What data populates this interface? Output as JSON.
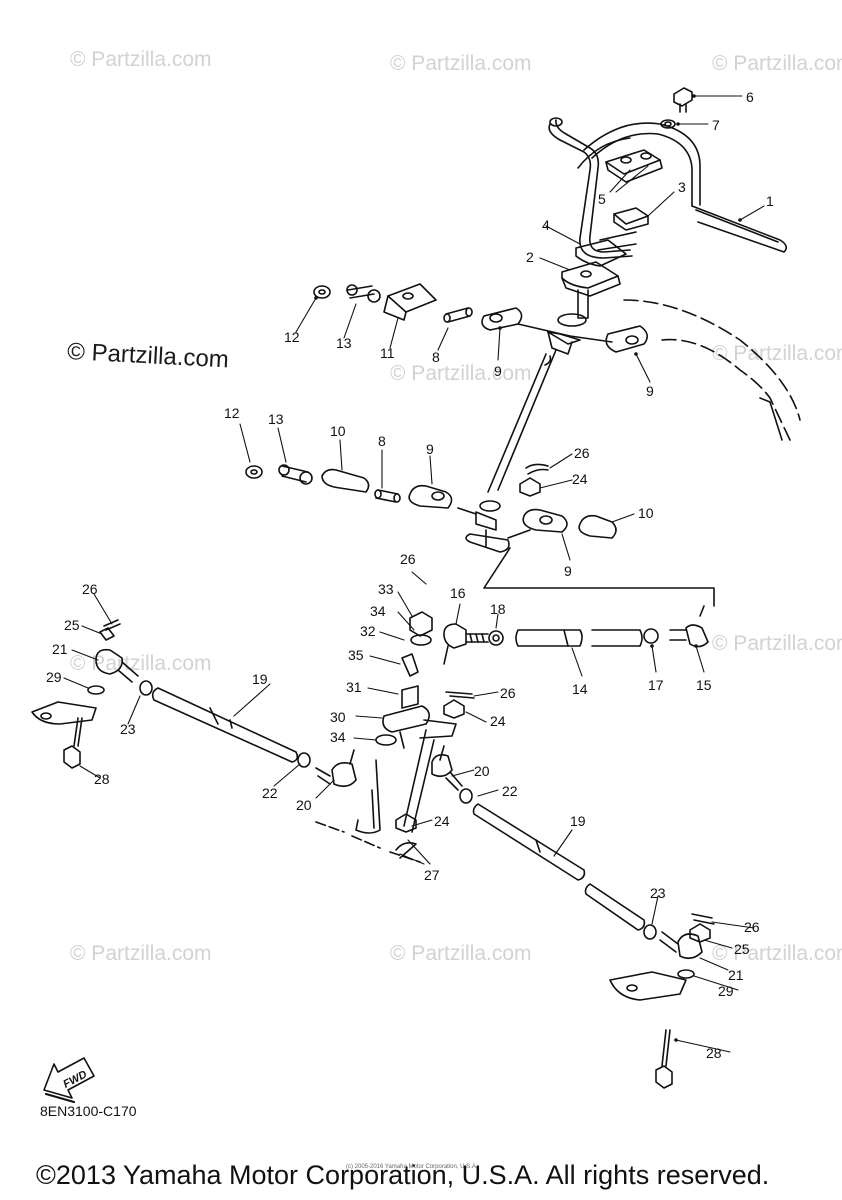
{
  "watermarks": [
    "© Partzilla.com",
    "© Partzilla.com",
    "© Partzilla.com",
    "© Partzilla.com",
    "© Partzilla.com",
    "© Partzilla.com",
    "© Partzilla.com",
    "© Partzilla.com",
    "© Partzilla.com",
    "© Partzilla.com"
  ],
  "watermark_main": "© Partzilla.com",
  "fwd_label": "FWD",
  "diagram_code": "8EN3100-C170",
  "small_notice": "(c) 2005-2016 Yamaha Motor Corporation, U.S.A.",
  "copyright": "©2013 Yamaha Motor Corporation, U.S.A. All rights reserved.",
  "callouts": [
    {
      "id": "c1",
      "n": "1"
    },
    {
      "id": "c2",
      "n": "2"
    },
    {
      "id": "c3",
      "n": "3"
    },
    {
      "id": "c4",
      "n": "4"
    },
    {
      "id": "c5",
      "n": "5"
    },
    {
      "id": "c6",
      "n": "6"
    },
    {
      "id": "c7",
      "n": "7"
    },
    {
      "id": "c8a",
      "n": "8"
    },
    {
      "id": "c8b",
      "n": "8"
    },
    {
      "id": "c9a",
      "n": "9"
    },
    {
      "id": "c9b",
      "n": "9"
    },
    {
      "id": "c9c",
      "n": "9"
    },
    {
      "id": "c9d",
      "n": "9"
    },
    {
      "id": "c10a",
      "n": "10"
    },
    {
      "id": "c10b",
      "n": "10"
    },
    {
      "id": "c11",
      "n": "11"
    },
    {
      "id": "c12a",
      "n": "12"
    },
    {
      "id": "c12b",
      "n": "12"
    },
    {
      "id": "c13a",
      "n": "13"
    },
    {
      "id": "c13b",
      "n": "13"
    },
    {
      "id": "c14",
      "n": "14"
    },
    {
      "id": "c15",
      "n": "15"
    },
    {
      "id": "c16",
      "n": "16"
    },
    {
      "id": "c17",
      "n": "17"
    },
    {
      "id": "c18",
      "n": "18"
    },
    {
      "id": "c19a",
      "n": "19"
    },
    {
      "id": "c19b",
      "n": "19"
    },
    {
      "id": "c20a",
      "n": "20"
    },
    {
      "id": "c20b",
      "n": "20"
    },
    {
      "id": "c21a",
      "n": "21"
    },
    {
      "id": "c21b",
      "n": "21"
    },
    {
      "id": "c22a",
      "n": "22"
    },
    {
      "id": "c22b",
      "n": "22"
    },
    {
      "id": "c23a",
      "n": "23"
    },
    {
      "id": "c23b",
      "n": "23"
    },
    {
      "id": "c24a",
      "n": "24"
    },
    {
      "id": "c24b",
      "n": "24"
    },
    {
      "id": "c24c",
      "n": "24"
    },
    {
      "id": "c25a",
      "n": "25"
    },
    {
      "id": "c25b",
      "n": "25"
    },
    {
      "id": "c26a",
      "n": "26"
    },
    {
      "id": "c26b",
      "n": "26"
    },
    {
      "id": "c26c",
      "n": "26"
    },
    {
      "id": "c26d",
      "n": "26"
    },
    {
      "id": "c26e",
      "n": "26"
    },
    {
      "id": "c27",
      "n": "27"
    },
    {
      "id": "c28a",
      "n": "28"
    },
    {
      "id": "c28b",
      "n": "28"
    },
    {
      "id": "c29a",
      "n": "29"
    },
    {
      "id": "c29b",
      "n": "29"
    },
    {
      "id": "c30",
      "n": "30"
    },
    {
      "id": "c31",
      "n": "31"
    },
    {
      "id": "c32",
      "n": "32"
    },
    {
      "id": "c33",
      "n": "33"
    },
    {
      "id": "c34a",
      "n": "34"
    },
    {
      "id": "c34b",
      "n": "34"
    },
    {
      "id": "c35",
      "n": "35"
    }
  ]
}
